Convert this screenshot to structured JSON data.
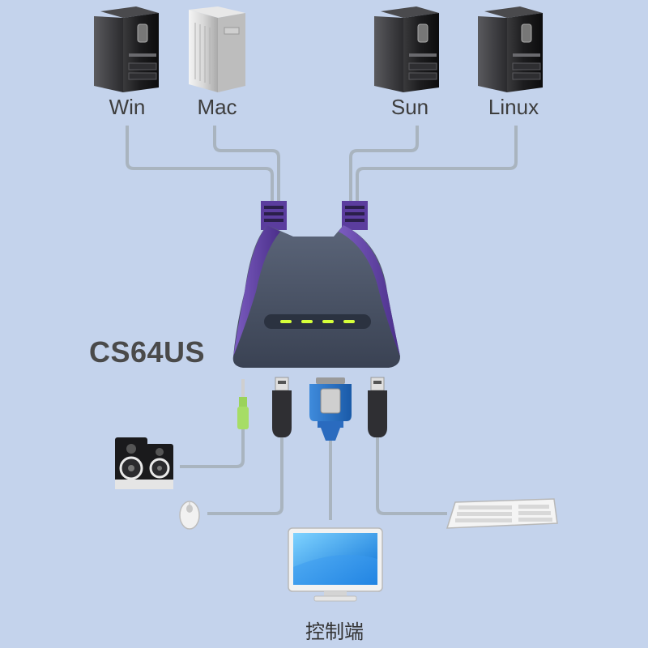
{
  "computers": [
    {
      "id": "win",
      "label": "Win",
      "style": "dark"
    },
    {
      "id": "mac",
      "label": "Mac",
      "style": "silver"
    },
    {
      "id": "sun",
      "label": "Sun",
      "style": "dark"
    },
    {
      "id": "linux",
      "label": "Linux",
      "style": "dark"
    }
  ],
  "switch": {
    "model": "CS64US",
    "body_color": "#4d5669",
    "accent_color": "#6a4ba8",
    "led_color": "#d6ff3a"
  },
  "peripherals": {
    "speakers": "speakers-icon",
    "mouse": "mouse-icon",
    "keyboard": "keyboard-icon",
    "monitor": "monitor-icon"
  },
  "connectors": {
    "audio": "audio-jack-icon",
    "usb_mouse": "usb-plug-icon",
    "vga": "vga-connector-icon",
    "usb_keyboard": "usb-plug-icon"
  },
  "console_label": "控制端",
  "colors": {
    "background": "#c4d3ec",
    "cable": "#a9b4bf"
  }
}
